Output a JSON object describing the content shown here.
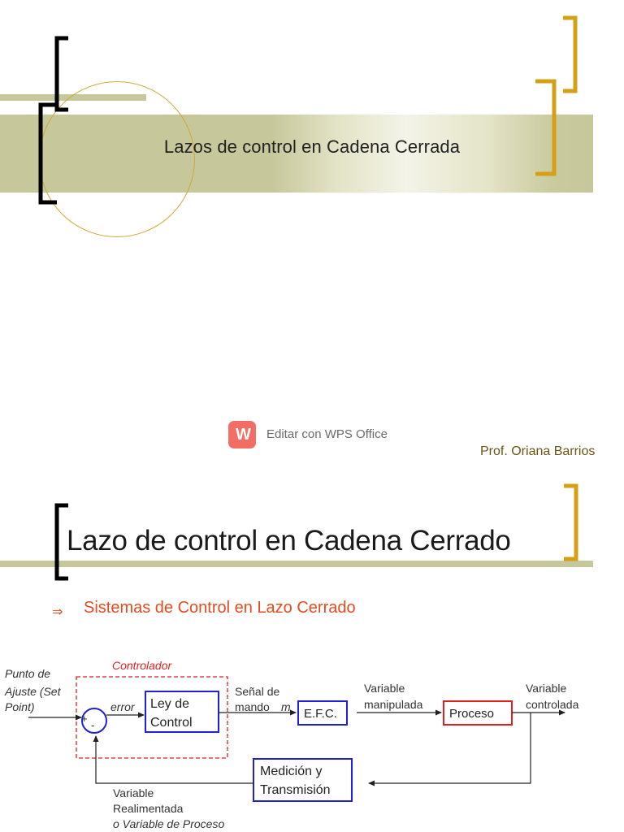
{
  "slide1": {
    "title": "Lazos de control en Cadena Cerrada",
    "watermark": {
      "icon": "wps-logo-icon",
      "icon_glyph": "W",
      "text": "Editar con WPS Office"
    },
    "author": "Prof. Oriana Barrios"
  },
  "slide2": {
    "title": "Lazo de control en Cadena Cerrado",
    "bullet_icon": "double-arrow-icon",
    "bullet_glyph": "⇒",
    "bullet_text": "Sistemas de Control en Lazo Cerrado",
    "diagram": {
      "setpoint_label": [
        "Punto de",
        "Ajuste (Set",
        "Point)"
      ],
      "controller_label": "Controlador",
      "plus_sign": "+",
      "minus_sign": "-",
      "error_label": "error",
      "law_block": [
        "Ley de",
        "Control"
      ],
      "command_label": [
        "Señal de",
        "mando"
      ],
      "command_symbol": "m",
      "efc_block": "E.F.C.",
      "manipulated_label": [
        "Variable",
        "manipulada"
      ],
      "process_block": "Proceso",
      "controlled_label": [
        "Variable",
        "controlada"
      ],
      "measurement_block": [
        "Medición y",
        "Transmisión"
      ],
      "feedback_label": [
        "Variable",
        "Realimentada"
      ],
      "feedback_label_italic": "o Variable de Proceso"
    }
  },
  "colors": {
    "band": "#c6c79b",
    "gold_bracket": "#d4a017",
    "accent_red": "#e84a1f",
    "block_blue": "#1f1fd6",
    "block_red": "#e02020",
    "author_text": "#6b5512",
    "wps_red": "#f26d63"
  }
}
